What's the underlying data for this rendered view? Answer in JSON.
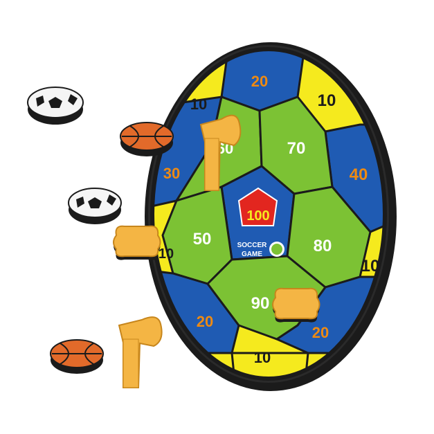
{
  "board": {
    "scores": {
      "center": "100",
      "logo_line1": "SOCCER",
      "logo_line2": "GAME",
      "top": "20",
      "top_left": "10",
      "top_right": "10",
      "upper_left_green": "60",
      "upper_green": "70",
      "left_blue": "30",
      "right_blue": "40",
      "left_green": "50",
      "right_green": "80",
      "left_yellow": "10",
      "right_yellow": "10",
      "lower_left_blue": "20",
      "lower_green": "90",
      "lower_right_blue": "20",
      "bottom": "10"
    },
    "colors": {
      "blue": "#1f5bb3",
      "green": "#7cc234",
      "yellow": "#f5ea1e",
      "rim": "#1b1b1b",
      "orange_text": "#ee8a12",
      "red": "#e2261f",
      "white": "#ffffff"
    }
  },
  "items": {
    "soccer_pucks": [
      "soccer-ball-icon",
      "soccer-ball-icon"
    ],
    "basketball_pucks": [
      "basketball-icon",
      "basketball-icon"
    ],
    "axes": [
      "axe-icon",
      "axe-icon"
    ],
    "bone_pads": [
      "bone-icon",
      "bone-icon"
    ]
  }
}
